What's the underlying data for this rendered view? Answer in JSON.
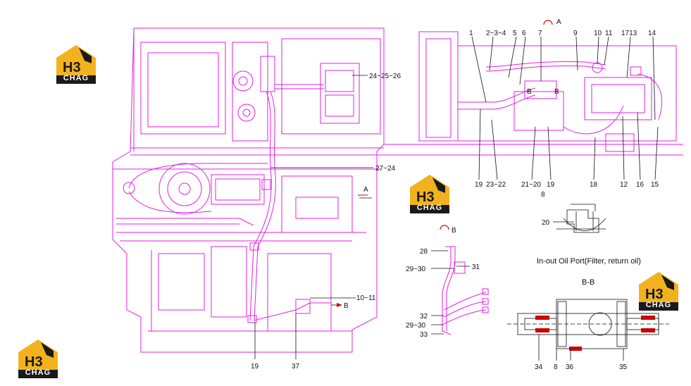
{
  "brand": {
    "logo_mark": "H3",
    "logo_word": "CHAG",
    "gold": "#f2b21e",
    "dark": "#1a1a1a"
  },
  "colors": {
    "drawing": "#e61ee6",
    "leader": "#111111"
  },
  "section_marks": {
    "a": "A",
    "b": "B",
    "a_mark": "A"
  },
  "view_labels": {
    "b_left": "B",
    "b_right": "B"
  },
  "captions": {
    "port": "In-out Oil Port(Filter, return oil)",
    "section": "B-B"
  },
  "callouts_main": {
    "c24_25_26": "24~25~26",
    "c27_24": "27~24",
    "c10_11": "10~11",
    "b_arrow": "B",
    "c19": "19",
    "c37": "37"
  },
  "callouts_viewA": {
    "n1": "1",
    "n2_3_4": "2~3~4",
    "n5": "5",
    "n6": "6",
    "n7": "7",
    "n9": "9",
    "n10": "10",
    "n11": "11",
    "n1713": "1713",
    "n14": "14",
    "n19": "19",
    "n23_22": "23~22",
    "n21_20": "21~20",
    "n19b": "19",
    "n8": "8",
    "n18": "18",
    "n12": "12",
    "n16": "16",
    "n15": "15"
  },
  "callouts_viewB": {
    "n28": "28",
    "n29_30": "29~30",
    "n31": "31",
    "n32": "32",
    "n29_30b": "29~30",
    "n33": "33"
  },
  "callouts_port": {
    "n20": "20"
  },
  "callouts_section": {
    "n34": "34",
    "n8": "8",
    "n36": "36",
    "n35": "35"
  }
}
